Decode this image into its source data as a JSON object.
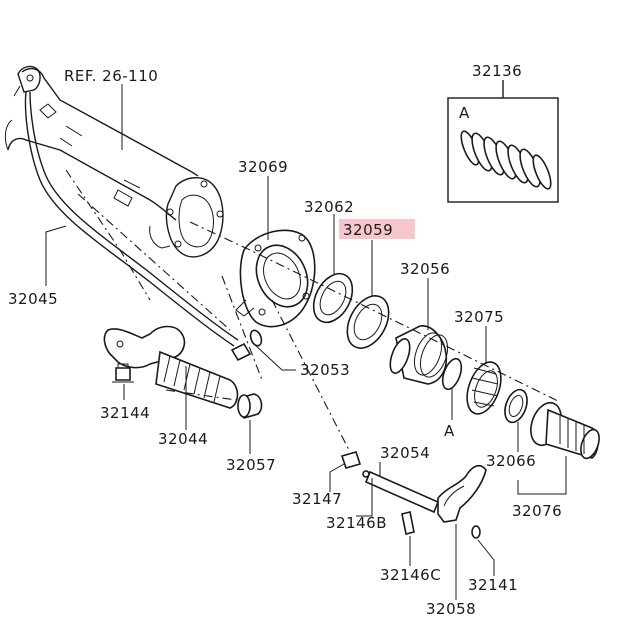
{
  "diagram": {
    "ref_label": "REF. 26-110",
    "highlight_color": "#f6c6cc",
    "group_letter_top": "A",
    "group_letter_bottom": "A",
    "parts": [
      {
        "id": "p32136",
        "number": "32136"
      },
      {
        "id": "p32069",
        "number": "32069"
      },
      {
        "id": "p32062",
        "number": "32062"
      },
      {
        "id": "p32059",
        "number": "32059",
        "highlighted": true
      },
      {
        "id": "p32056",
        "number": "32056"
      },
      {
        "id": "p32075",
        "number": "32075"
      },
      {
        "id": "p32045",
        "number": "32045"
      },
      {
        "id": "p32053",
        "number": "32053"
      },
      {
        "id": "p32144",
        "number": "32144"
      },
      {
        "id": "p32044",
        "number": "32044"
      },
      {
        "id": "p32057",
        "number": "32057"
      },
      {
        "id": "p32054",
        "number": "32054"
      },
      {
        "id": "p32066",
        "number": "32066"
      },
      {
        "id": "p32147",
        "number": "32147"
      },
      {
        "id": "p32146B",
        "number": "32146B"
      },
      {
        "id": "p32076",
        "number": "32076"
      },
      {
        "id": "p32146C",
        "number": "32146C"
      },
      {
        "id": "p32141",
        "number": "32141"
      },
      {
        "id": "p32058",
        "number": "32058"
      }
    ]
  }
}
